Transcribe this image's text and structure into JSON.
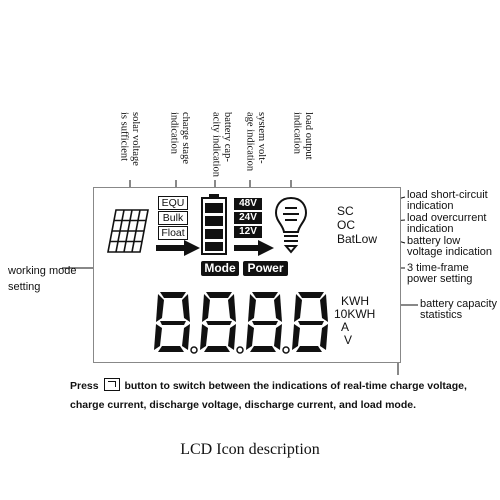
{
  "top_labels": [
    "solar voltage\nis sufficient",
    "charge stage\nindication",
    "battery cap-\nacity indication",
    "system volt-\nage indication",
    "load output\nindication"
  ],
  "lcd": {
    "stage_boxes": [
      "EQU",
      "Bulk",
      "Float"
    ],
    "voltage_boxes": [
      "48V",
      "24V",
      "12V"
    ],
    "status_texts": [
      "SC",
      "OC",
      "BatLow"
    ],
    "mode_buttons": [
      "Mode",
      "Power"
    ],
    "units": [
      "KWH",
      "10KWH",
      "A",
      "V"
    ]
  },
  "right_labels": {
    "sc": "load short-circuit\nindication",
    "oc": "load overcurrent\nindication",
    "batlow": "battery low\nvoltage indication",
    "power": "3 time-frame\npower setting",
    "capacity": "battery capacity\nstatistics"
  },
  "left_label": "working mode\nsetting",
  "instruction": {
    "line1_before": "Press",
    "line1_after": "button to switch between the indications of real-time charge voltage,",
    "line2": "charge current, discharge voltage, discharge current, and load mode."
  },
  "caption": "LCD Icon description"
}
